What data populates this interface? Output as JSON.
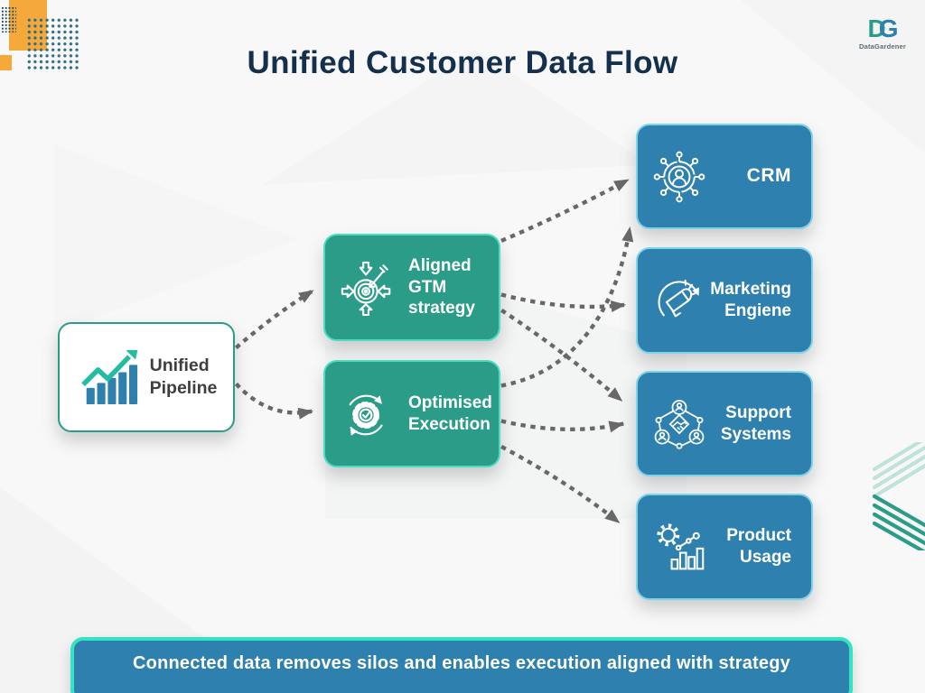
{
  "page": {
    "title": "Unified Customer Data Flow"
  },
  "logo": {
    "letter_d": "D",
    "letter_g": "G",
    "wordmark": "DataGardener"
  },
  "nodes": {
    "pipeline": {
      "lines": [
        "Unified",
        "Pipeline"
      ],
      "icon": "growth-chart-icon"
    },
    "gtm": {
      "lines": [
        "Aligned",
        "GTM",
        "strategy"
      ],
      "icon": "target-alignment-icon"
    },
    "execution": {
      "lines": [
        "Optimised",
        "Execution"
      ],
      "icon": "gear-check-sync-icon"
    },
    "crm": {
      "lines": [
        "CRM"
      ],
      "icon": "customer-network-icon"
    },
    "marketing": {
      "lines": [
        "Marketing",
        "Engiene"
      ],
      "icon": "megaphone-icon"
    },
    "support": {
      "lines": [
        "Support",
        "Systems"
      ],
      "icon": "handshake-network-icon"
    },
    "product": {
      "lines": [
        "Product",
        "Usage"
      ],
      "icon": "usage-analytics-icon"
    }
  },
  "connections": [
    {
      "from": "pipeline",
      "to": "gtm"
    },
    {
      "from": "pipeline",
      "to": "execution"
    },
    {
      "from": "gtm",
      "to": "crm"
    },
    {
      "from": "gtm",
      "to": "marketing"
    },
    {
      "from": "gtm",
      "to": "support"
    },
    {
      "from": "execution",
      "to": "crm"
    },
    {
      "from": "execution",
      "to": "support"
    },
    {
      "from": "execution",
      "to": "product"
    }
  ],
  "footer": {
    "message": "Connected data removes silos and enables execution aligned with strategy"
  },
  "colors": {
    "green": "#2A9C88",
    "green_border": "#4BDDBD",
    "blue": "#2E80AF",
    "blue_border": "#7FD3E6",
    "banner_border": "#35E2C1",
    "title_navy": "#14304D",
    "arrow_gray": "#686868",
    "accent_orange": "#F6A93B"
  }
}
